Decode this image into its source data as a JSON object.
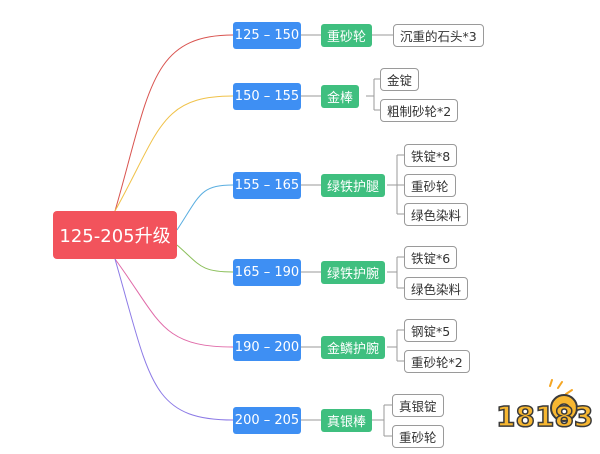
{
  "root": {
    "label": "125-205升级",
    "color": "#f2535c"
  },
  "colors": {
    "range_node": "#3e8ff3",
    "item_node": "#3fbf7f",
    "material_border": "#9a9a9a",
    "branches": [
      "#d9534f",
      "#f0c24a",
      "#5aaee0",
      "#8bbf5a",
      "#e06aa8",
      "#8c7ae6"
    ]
  },
  "branches": [
    {
      "range": "125 – 150",
      "item": "重砂轮",
      "materials": [
        "沉重的石头*3"
      ]
    },
    {
      "range": "150 – 155",
      "item": "金棒",
      "materials": [
        "金锭",
        "粗制砂轮*2"
      ]
    },
    {
      "range": "155 – 165",
      "item": "绿铁护腿",
      "materials": [
        "铁锭*8",
        "重砂轮",
        "绿色染料"
      ]
    },
    {
      "range": "165 – 190",
      "item": "绿铁护腕",
      "materials": [
        "铁锭*6",
        "绿色染料"
      ]
    },
    {
      "range": "190 – 200",
      "item": "金鳞护腕",
      "materials": [
        "钢锭*5",
        "重砂轮*2"
      ]
    },
    {
      "range": "200 – 205",
      "item": "真银棒",
      "materials": [
        "真银锭",
        "重砂轮"
      ]
    }
  ],
  "watermark": {
    "text": "18183",
    "icon": "18183-logo-icon"
  }
}
